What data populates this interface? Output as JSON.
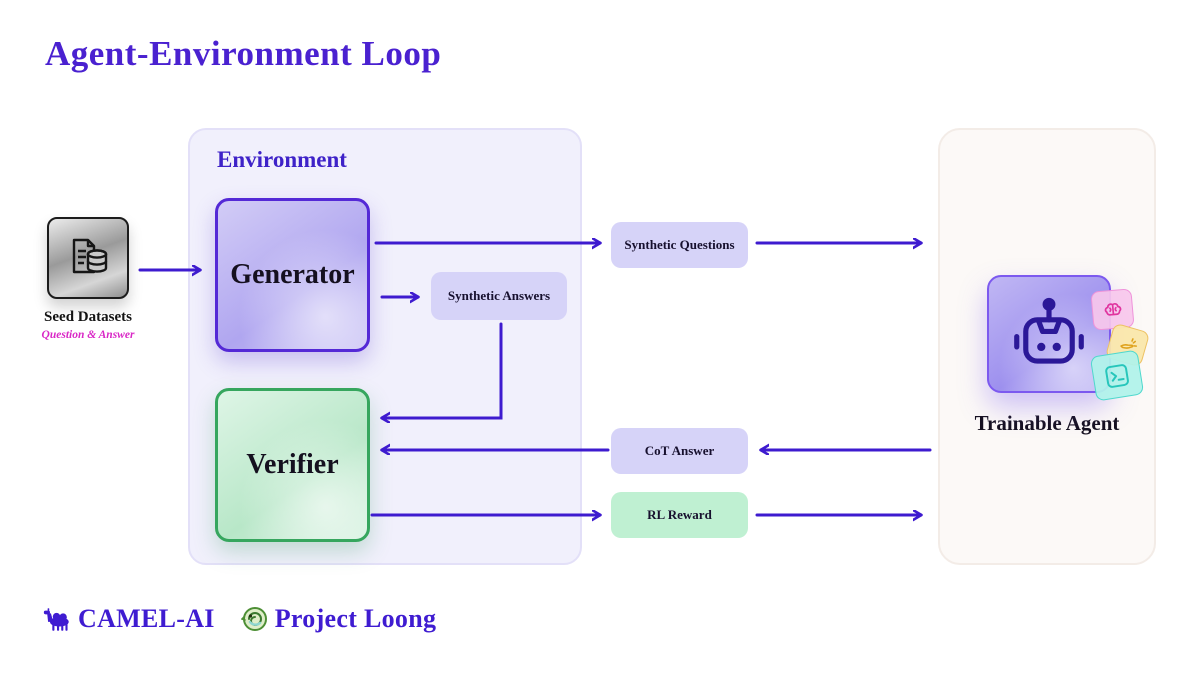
{
  "title": "Agent-Environment Loop",
  "environment": {
    "label": "Environment",
    "generator_label": "Generator",
    "verifier_label": "Verifier"
  },
  "seed": {
    "label": "Seed Datasets",
    "sublabel": "Question & Answer",
    "icon": "document-database-icon"
  },
  "flow": {
    "synthetic_questions": "Synthetic Questions",
    "synthetic_answers": "Synthetic Answers",
    "cot_answer": "CoT Answer",
    "rl_reward": "RL Reward"
  },
  "agent": {
    "label": "Trainable Agent",
    "icon": "robot-icon",
    "badges": [
      "brain-icon",
      "hand-sparkle-icon",
      "terminal-icon"
    ]
  },
  "footer": {
    "camel_label": "CAMEL-AI",
    "camel_icon": "camel-icon",
    "loong_label": "Project Loong",
    "loong_icon": "dragon-icon"
  },
  "edges": [
    {
      "from": "seed-datasets",
      "to": "generator"
    },
    {
      "from": "generator",
      "to": "synthetic-questions"
    },
    {
      "from": "synthetic-questions",
      "to": "trainable-agent"
    },
    {
      "from": "generator",
      "to": "synthetic-answers"
    },
    {
      "from": "synthetic-answers",
      "to": "verifier"
    },
    {
      "from": "trainable-agent",
      "to": "cot-answer"
    },
    {
      "from": "cot-answer",
      "to": "verifier"
    },
    {
      "from": "verifier",
      "to": "rl-reward"
    },
    {
      "from": "rl-reward",
      "to": "trainable-agent"
    }
  ],
  "colors": {
    "arrow": "#3e1bcf",
    "title": "#4a21d0",
    "generator_border": "#5429d6",
    "verifier_border": "#36a65e",
    "purple_chip": "#d6d3f8",
    "green_chip": "#bff0d2",
    "magenta_sublabel": "#d927c6",
    "env_panel_bg": "#f1f0fc",
    "agent_panel_bg": "#fcf9f7"
  }
}
